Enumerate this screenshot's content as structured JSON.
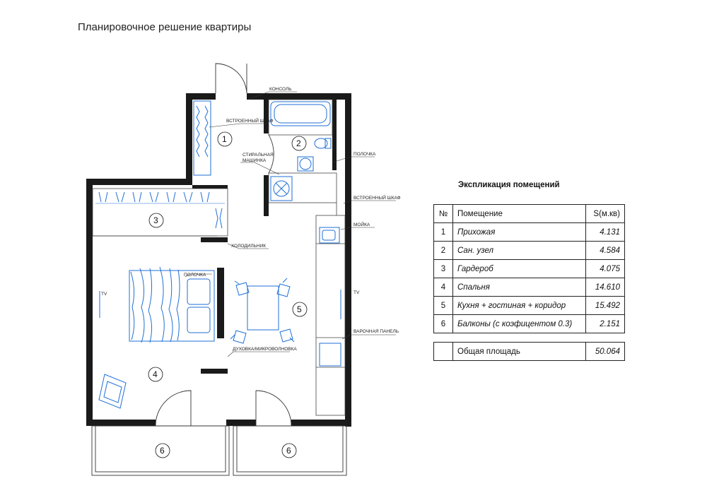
{
  "title": "Планировочное решение квартиры",
  "annotations": {
    "console": "КОНСОЛЬ",
    "builtin_closet_1": "ВСТРОЕННЫЙ ШКАФ",
    "washing_machine_1": "СТИРАЛЬНАЯ",
    "washing_machine_2": "МАШИНКА",
    "shelf_right": "ПОЛОЧКА",
    "builtin_closet_2": "ВСТРОЕННЫЙ ШКАФ",
    "sink": "МОЙКА",
    "fridge": "ХОЛОДИЛЬНИК",
    "shelf_bed": "ПОЛОЧКА",
    "tv_left": "TV",
    "tv_right": "TV",
    "hob": "ВАРОЧНАЯ ПАНЕЛЬ",
    "oven": "ДУХОВКА/МИКРОВОЛНОВКА"
  },
  "room_numbers": {
    "r1": "1",
    "r2": "2",
    "r3": "3",
    "r4": "4",
    "r5": "5",
    "r6a": "6",
    "r6b": "6"
  },
  "colors": {
    "wall": "#1a1a1a",
    "furniture": "#1f6fd6",
    "line": "#555555"
  },
  "explication": {
    "title": "Экспликация помещений",
    "headers": {
      "num": "№",
      "name": "Помещение",
      "area": "S(м.кв)"
    },
    "rows": [
      {
        "num": "1",
        "name": "Прихожая",
        "area": "4.131"
      },
      {
        "num": "2",
        "name": "Сан. узел",
        "area": "4.584"
      },
      {
        "num": "3",
        "name": "Гардероб",
        "area": "4.075"
      },
      {
        "num": "4",
        "name": "Спальня",
        "area": "14.610"
      },
      {
        "num": "5",
        "name": "Кухня + гостиная + коридор",
        "area": "15.492"
      },
      {
        "num": "6",
        "name": "Балконы (с коэфицентом 0.3)",
        "area": "2.151"
      }
    ],
    "total": {
      "label": "Общая площадь",
      "value": "50.064"
    }
  }
}
